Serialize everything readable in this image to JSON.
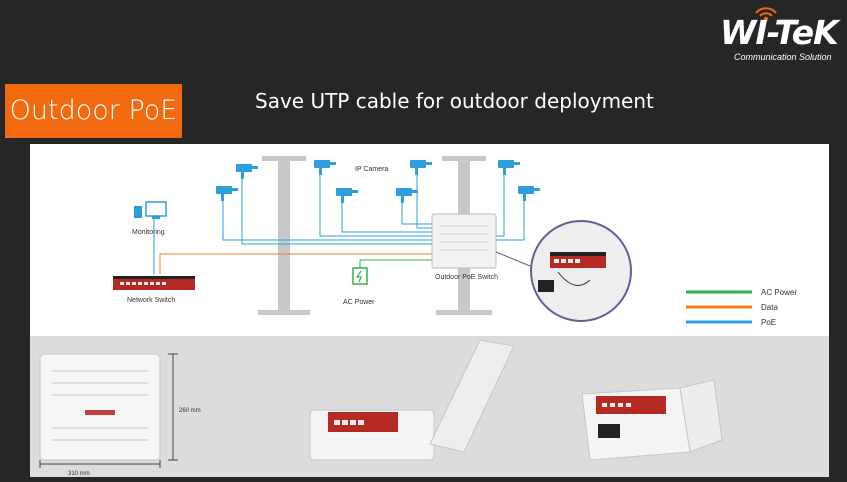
{
  "brand": {
    "logo_text": "WI-TeK",
    "tagline": "Communication Solution"
  },
  "header": {
    "title": "Outdoor PoE",
    "subtitle": "Save UTP cable for outdoor deployment"
  },
  "diagram": {
    "ip_camera_label": "IP Camera",
    "monitoring_label": "Monitoring",
    "network_switch_label": "Network Switch",
    "ac_power_label": "AC Power",
    "outdoor_switch_label": "Outdoor PoE Switch",
    "legend": [
      {
        "label": "AC Power",
        "color": "#2db34a"
      },
      {
        "label": "Data",
        "color": "#f07f26"
      },
      {
        "label": "PoE",
        "color": "#2e9fdc"
      }
    ]
  },
  "dimensions": {
    "height": "260 mm",
    "width": "310 mm"
  }
}
